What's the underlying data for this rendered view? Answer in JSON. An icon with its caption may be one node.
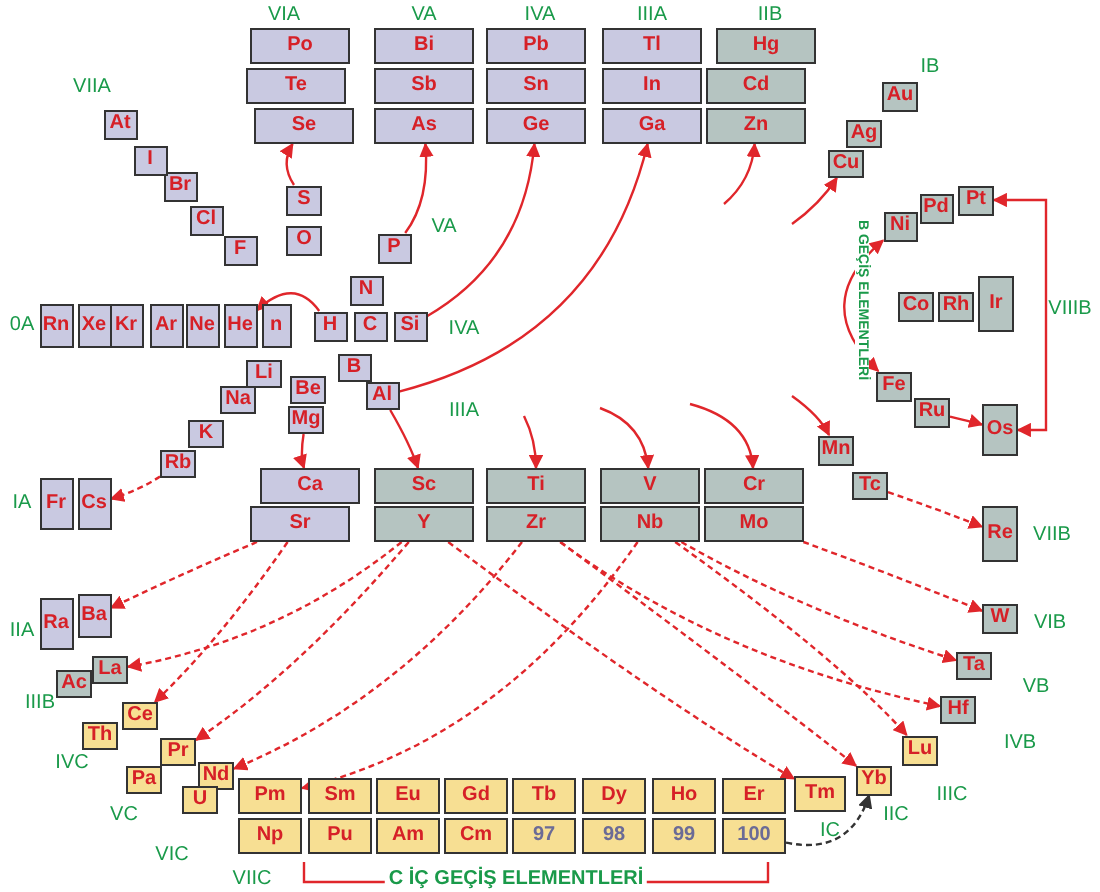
{
  "diagram": {
    "nodes": [
      {
        "text": [
          "n"
        ]
      },
      {
        "text": [
          "H"
        ]
      },
      {
        "text": [
          "He"
        ]
      },
      {
        "text": [
          "Li"
        ]
      },
      {
        "text": [
          "Be"
        ]
      },
      {
        "text": [
          "B"
        ]
      },
      {
        "text": [
          "C"
        ]
      },
      {
        "text": [
          "N"
        ]
      },
      {
        "text": [
          "O"
        ]
      },
      {
        "text": [
          "F"
        ]
      },
      {
        "text": [
          "Ne"
        ]
      },
      {
        "text": [
          "Na"
        ]
      },
      {
        "text": [
          "Mg"
        ]
      },
      {
        "text": [
          "Al"
        ]
      },
      {
        "text": [
          "Si"
        ]
      },
      {
        "text": [
          "P"
        ]
      },
      {
        "text": [
          "S"
        ]
      },
      {
        "text": [
          "Cl"
        ]
      },
      {
        "text": [
          "Ar"
        ]
      },
      {
        "text": [
          "K"
        ]
      },
      {
        "text": [
          "Ca"
        ]
      },
      {
        "text": [
          "Sc"
        ]
      },
      {
        "text": [
          "Ti"
        ]
      },
      {
        "text": [
          "V"
        ]
      },
      {
        "text": [
          "Cr"
        ]
      },
      {
        "text": [
          "Mn"
        ]
      },
      {
        "text": [
          "Fe"
        ]
      },
      {
        "text": [
          "Co"
        ]
      },
      {
        "text": [
          "Ni"
        ]
      },
      {
        "text": [
          "Cu"
        ]
      },
      {
        "text": [
          "Zn"
        ]
      },
      {
        "text": [
          "Ga"
        ]
      },
      {
        "text": [
          "Ge"
        ]
      },
      {
        "text": [
          "As"
        ]
      },
      {
        "text": [
          "Se"
        ]
      },
      {
        "text": [
          "Br"
        ]
      },
      {
        "text": [
          "Kr"
        ]
      },
      {
        "text": [
          "Rb"
        ]
      },
      {
        "text": [
          "Sr"
        ]
      },
      {
        "text": [
          "Y"
        ]
      },
      {
        "text": [
          "Zr"
        ]
      },
      {
        "text": [
          "Nb"
        ]
      },
      {
        "text": [
          "Mo"
        ]
      },
      {
        "text": [
          "Tc"
        ]
      },
      {
        "text": [
          "Ru"
        ]
      },
      {
        "text": [
          "Rh"
        ]
      },
      {
        "text": [
          "Pd"
        ]
      },
      {
        "text": [
          "Ag"
        ]
      },
      {
        "text": [
          "Cd"
        ]
      },
      {
        "text": [
          "In"
        ]
      },
      {
        "text": [
          "Sn"
        ]
      },
      {
        "text": [
          "Sb"
        ]
      },
      {
        "text": [
          "Te"
        ]
      },
      {
        "text": [
          "I"
        ]
      },
      {
        "text": [
          "Xe"
        ]
      },
      {
        "text": [
          "Cs"
        ]
      },
      {
        "text": [
          "Ba"
        ]
      },
      {
        "text": [
          "La"
        ]
      },
      {
        "text": [
          "Ce"
        ]
      },
      {
        "text": [
          "Pr"
        ]
      },
      {
        "text": [
          "Nd"
        ]
      },
      {
        "text": [
          "Pm"
        ]
      },
      {
        "text": [
          "Sm"
        ]
      },
      {
        "text": [
          "Eu"
        ]
      },
      {
        "text": [
          "Gd"
        ]
      },
      {
        "text": [
          "Tb"
        ]
      },
      {
        "text": [
          "Dy"
        ]
      },
      {
        "text": [
          "Ho"
        ]
      },
      {
        "text": [
          "Er"
        ]
      },
      {
        "text": [
          "Tm"
        ]
      },
      {
        "text": [
          "Yb"
        ]
      },
      {
        "text": [
          "Lu"
        ]
      },
      {
        "text": [
          "Hf"
        ]
      },
      {
        "text": [
          "Ta"
        ]
      },
      {
        "text": [
          "W"
        ]
      },
      {
        "text": [
          "Re"
        ]
      },
      {
        "text": [
          "Os"
        ]
      },
      {
        "text": [
          "Ir"
        ]
      },
      {
        "text": [
          "Pt"
        ]
      },
      {
        "text": [
          "Au"
        ]
      },
      {
        "text": [
          "Hg"
        ]
      },
      {
        "text": [
          "Tl"
        ]
      },
      {
        "text": [
          "Pb"
        ]
      },
      {
        "text": [
          "Bi"
        ]
      },
      {
        "text": [
          "Po"
        ]
      },
      {
        "text": [
          "At"
        ]
      },
      {
        "text": [
          "Rn"
        ]
      },
      {
        "text": [
          "Fr"
        ]
      },
      {
        "text": [
          "Ra"
        ]
      },
      {
        "text": [
          "Ac"
        ]
      },
      {
        "text": [
          "Th"
        ]
      },
      {
        "text": [
          "Pa"
        ]
      },
      {
        "text": [
          "U"
        ]
      },
      {
        "text": [
          "Np"
        ]
      },
      {
        "text": [
          "Pu"
        ]
      },
      {
        "text": [
          "Am"
        ]
      },
      {
        "text": [
          "Cm"
        ]
      },
      {
        "text": [
          "97"
        ]
      },
      {
        "text": [
          "98"
        ]
      },
      {
        "text": [
          "99"
        ]
      },
      {
        "text": [
          "100"
        ]
      }
    ],
    "edges": [
      {
        "from": 1,
        "to": 2,
        "arrow": "to"
      },
      {
        "from": 16,
        "to": 34,
        "arrow": "to"
      },
      {
        "from": 15,
        "to": 33,
        "arrow": "to"
      },
      {
        "from": 14,
        "to": 32,
        "arrow": "to"
      },
      {
        "from": 13,
        "to": 31,
        "arrow": "to"
      },
      {
        "from": 12,
        "to": 20,
        "arrow": "to"
      },
      {
        "from": 13,
        "to": 21,
        "arrow": "to"
      },
      {
        "from": null,
        "to": 22,
        "arrow": "to"
      },
      {
        "from": null,
        "to": 23,
        "arrow": "to"
      },
      {
        "from": null,
        "to": 24,
        "arrow": "to"
      },
      {
        "from": null,
        "to": 25,
        "arrow": "to"
      },
      {
        "from": null,
        "to": 29,
        "arrow": "to"
      },
      {
        "from": null,
        "to": 30,
        "arrow": "to"
      },
      {
        "from": 44,
        "to": 76,
        "arrow": "to"
      },
      {
        "from": 76,
        "to": 78,
        "arrow": "both"
      },
      {
        "from": 28,
        "to": 26,
        "arrow": "both",
        "label": "B GEÇİŞ ELEMENTLERİ"
      },
      {
        "from": 37,
        "to": 55,
        "arrow": "to",
        "style": "dashed"
      },
      {
        "from": 38,
        "to": 56,
        "arrow": "to",
        "style": "dashed"
      },
      {
        "from": 39,
        "to": 57,
        "arrow": "to",
        "style": "dashed"
      },
      {
        "from": 40,
        "to": 72,
        "arrow": "to",
        "style": "dashed"
      },
      {
        "from": 41,
        "to": 73,
        "arrow": "to",
        "style": "dashed"
      },
      {
        "from": 42,
        "to": 74,
        "arrow": "to",
        "style": "dashed"
      },
      {
        "from": 43,
        "to": 75,
        "arrow": "to",
        "style": "dashed"
      },
      {
        "from": 38,
        "to": 58,
        "arrow": "to",
        "style": "dashed"
      },
      {
        "from": 39,
        "to": 59,
        "arrow": "to",
        "style": "dashed"
      },
      {
        "from": 40,
        "to": 60,
        "arrow": "to",
        "style": "dashed"
      },
      {
        "from": 41,
        "to": 61,
        "arrow": "to",
        "style": "dashed"
      },
      {
        "from": 39,
        "to": 69,
        "arrow": "to",
        "style": "dashed"
      },
      {
        "from": 40,
        "to": 70,
        "arrow": "to",
        "style": "dashed"
      },
      {
        "from": 41,
        "to": 71,
        "arrow": "to",
        "style": "dashed"
      },
      {
        "from": 100,
        "to": 70,
        "arrow": "to",
        "style": "dashed",
        "color": "#333333"
      }
    ],
    "labels": [
      "VIA",
      "VA",
      "IVA",
      "IIIA",
      "IIB",
      "VIIA",
      "IB",
      "VA",
      "0A",
      "IVA",
      "IIIA",
      "VIIIB",
      "IA",
      "VIIB",
      "IIA",
      "VIB",
      "IIIB",
      "VB",
      "IVB",
      "IVC",
      "IIIC",
      "VC",
      "IIC",
      "IC",
      "VIC",
      "VIIC",
      "C İÇ GEÇİŞ ELEMENTLERİ"
    ]
  }
}
